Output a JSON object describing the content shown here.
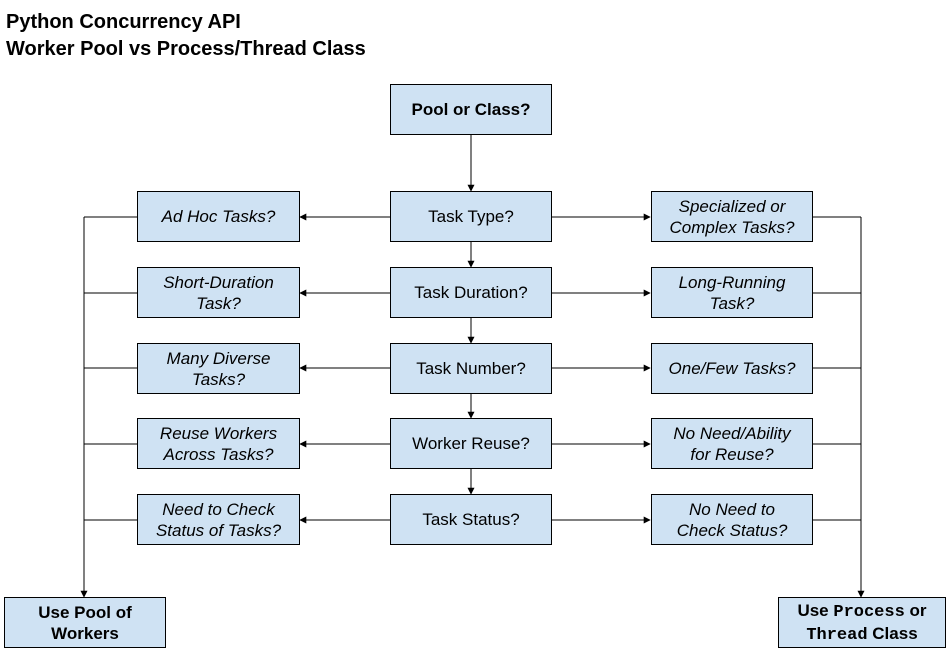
{
  "title": {
    "line1": "Python Concurrency API",
    "line2": "Worker Pool vs Process/Thread Class"
  },
  "start": {
    "label": "Pool or Class?"
  },
  "questions": [
    {
      "center": "Task Type?",
      "left": [
        "Ad Hoc Tasks?"
      ],
      "right": [
        "Specialized or",
        "Complex Tasks?"
      ]
    },
    {
      "center": "Task Duration?",
      "left": [
        "Short-Duration",
        "Task?"
      ],
      "right": [
        "Long-Running",
        "Task?"
      ]
    },
    {
      "center": "Task Number?",
      "left": [
        "Many Diverse",
        "Tasks?"
      ],
      "right": [
        "One/Few Tasks?"
      ]
    },
    {
      "center": "Worker Reuse?",
      "left": [
        "Reuse Workers",
        "Across Tasks?"
      ],
      "right": [
        "No Need/Ability",
        "for Reuse?"
      ]
    },
    {
      "center": "Task Status?",
      "left": [
        "Need to Check",
        "Status of Tasks?"
      ],
      "right": [
        "No Need to",
        "Check Status?"
      ]
    }
  ],
  "outcomes": {
    "pool": {
      "line1": "Use Pool of",
      "line2": "Workers"
    },
    "class": {
      "use": "Use",
      "process": "Process",
      "or": "or",
      "thread": "Thread",
      "class_word": "Class"
    }
  }
}
